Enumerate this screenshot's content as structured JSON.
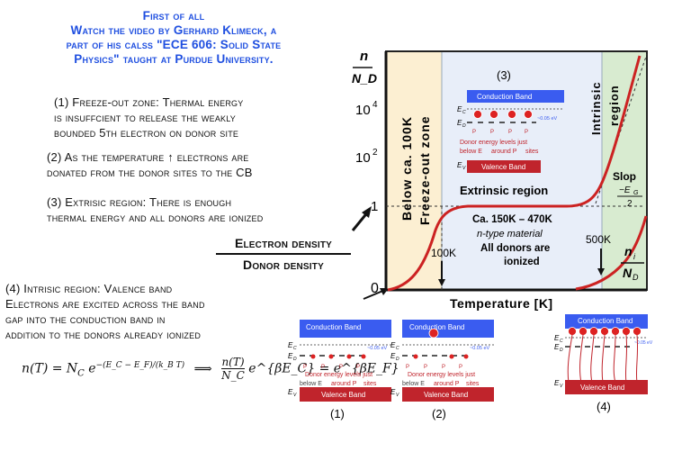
{
  "intro": {
    "line1": "First of all",
    "line2": "Watch the video by Gerhard Klimeck, a",
    "line3": "part of his calss \"ECE 606: Solid State",
    "line4": "Physics\" taught at Purdue University."
  },
  "notes": {
    "n1a": "(1) Freeze-out zone: Thermal energy",
    "n1b": "is insuffcient to release the weakly",
    "n1c": "bounded 5th electron on donor site",
    "n2a": "(2) As the temperature ↑ electrons are",
    "n2b": "donated from the donor sites to the CB",
    "n3a": "(3) Extrisic region: There is enough",
    "n3b": "thermal energy and all donors are ionized",
    "n4a": "(4) Intrisic region: Valence band",
    "n4b": "Electrons are excited across the band",
    "n4c": "gap into the conduction band in",
    "n4d": "addition to the donors already ionized"
  },
  "ratio": {
    "numerator": "Electron density",
    "denominator": "Donor density"
  },
  "formula": {
    "lhs": "n(T) = N",
    "sub_c": "C",
    "e": " e",
    "exponent": "−(E_C − E_F)/(k_B T)",
    "arrow": "⟹",
    "frac_num": "n(T)",
    "frac_den": "N_C",
    "mid": "e^{βE_C} = e^{βE_F}"
  },
  "graph": {
    "y_axis_num": "n",
    "y_axis_den": "N_D",
    "ticks": {
      "t4": "10",
      "t4_exp": "4",
      "t2": "10",
      "t2_exp": "2",
      "t1": "1",
      "t0": "0"
    },
    "x_axis_label": "Temperature [K]",
    "freezeout_label_1": "Below ca. 100K",
    "freezeout_label_2": "Freeze-out zone",
    "intrinsic_label_1": "Intrinsic",
    "intrinsic_label_2": "region",
    "region3_tag": "(3)",
    "extrinsic_title": "Extrinsic region",
    "extrinsic_range": "Ca. 150K – 470K",
    "extrinsic_type": "n-type material",
    "extrinsic_line3": "All donors are",
    "extrinsic_line4": "ionized",
    "slope_label": "Slop",
    "slope_num": "−E",
    "slope_sub": "G",
    "slope_den": "2",
    "mark_100": "100K",
    "mark_500": "500K",
    "ni_num": "n",
    "ni_sub": "i",
    "ni_den": "N",
    "ni_den_sub": "D"
  },
  "band": {
    "cb": "Conduction Band",
    "vb": "Valence Band",
    "ec": "E",
    "ec_sub": "C",
    "ed": "E",
    "ed_sub": "D",
    "ev": "E",
    "ev_sub": "V",
    "gap": "~0.05 eV",
    "donor_note_1": "Donor energy levels just",
    "donor_note_2": "below E",
    "donor_note_3": "around P",
    "donor_note_4": "sites",
    "p_label": "P"
  },
  "captions": {
    "c1": "(1)",
    "c2": "(2)",
    "c4": "(4)"
  },
  "colors": {
    "blue_text": "#1f4fe0",
    "freezeout_bg": "#fcefd2",
    "extrinsic_bg": "#e8eef9",
    "intrinsic_bg": "#d8ebd0",
    "curve": "#cc2222",
    "cb_fill": "#3a5cf0",
    "vb_fill": "#c0242c"
  }
}
